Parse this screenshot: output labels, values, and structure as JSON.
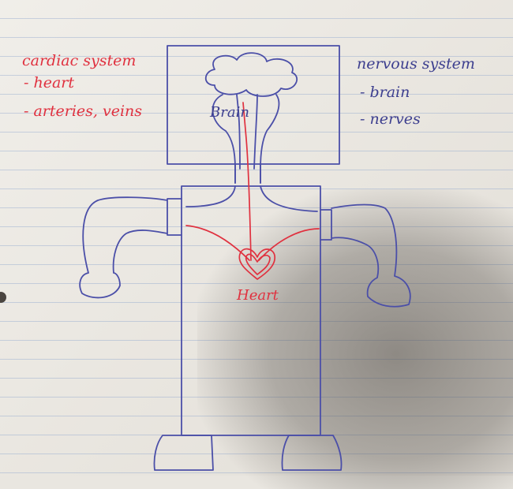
{
  "cardiac": {
    "title": "cardiac system",
    "items": [
      "- heart",
      "- arteries, veins"
    ]
  },
  "nervous": {
    "title": "nervous system",
    "items": [
      "- brain",
      "- nerves"
    ]
  },
  "labels": {
    "brain": "Brain",
    "heart": "Heart"
  },
  "colors": {
    "red_ink": "#e0313f",
    "blue_ink": "#3d3f8f",
    "paper": "#ebe8e2"
  }
}
